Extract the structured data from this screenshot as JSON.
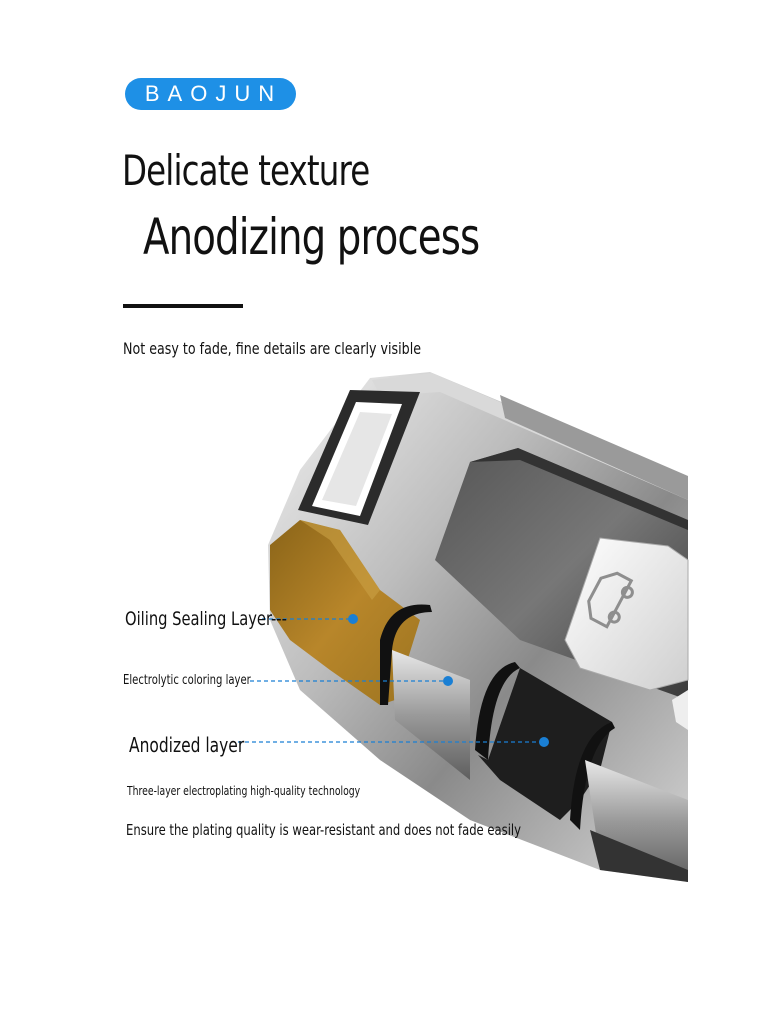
{
  "brand": "BAOJUN",
  "headline": {
    "line1": "Delicate texture",
    "line2": "Anodizing process"
  },
  "subtitle": "Not easy to fade, fine details are clearly visible",
  "layers": {
    "oiling": "Oiling Sealing Layer---",
    "electrolytic": "Electrolytic coloring layer",
    "anodized": "Anodized layer"
  },
  "notes": {
    "technology": "Three-layer electroplating high-quality technology",
    "quality": "Ensure the plating quality is wear-resistant and does not fade easily"
  },
  "colors": {
    "brand_blue": "#1e90e6",
    "callout_blue": "#1a7fd4",
    "gold_layer": "#b8862a"
  },
  "icons": {
    "car_key_button": "car-icon"
  }
}
